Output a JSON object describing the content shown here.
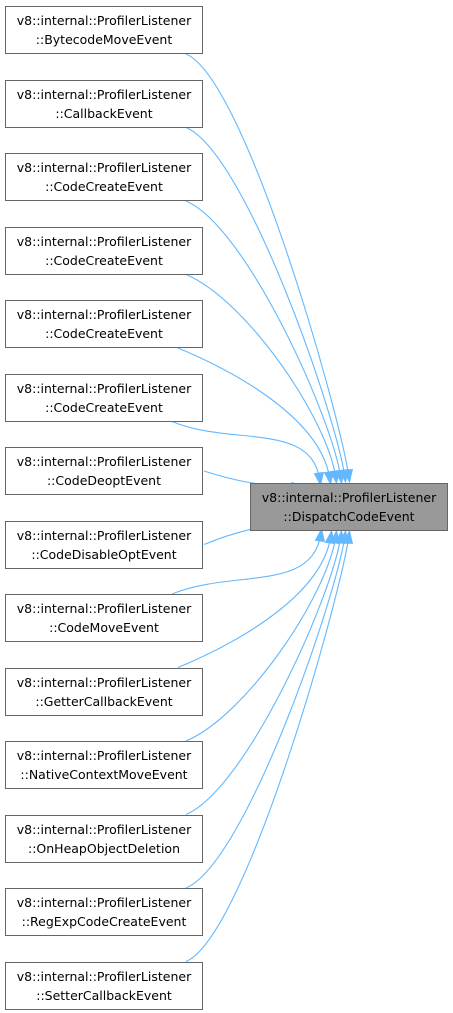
{
  "diagram": {
    "edge_color": "#63b8ff",
    "target_fill": "#999999",
    "node_border": "#666666",
    "target": {
      "line1": "v8::internal::ProfilerListener",
      "line2": "::DispatchCodeEvent"
    },
    "callers": [
      {
        "line1": "v8::internal::ProfilerListener",
        "line2": "::BytecodeMoveEvent"
      },
      {
        "line1": "v8::internal::ProfilerListener",
        "line2": "::CallbackEvent"
      },
      {
        "line1": "v8::internal::ProfilerListener",
        "line2": "::CodeCreateEvent"
      },
      {
        "line1": "v8::internal::ProfilerListener",
        "line2": "::CodeCreateEvent"
      },
      {
        "line1": "v8::internal::ProfilerListener",
        "line2": "::CodeCreateEvent"
      },
      {
        "line1": "v8::internal::ProfilerListener",
        "line2": "::CodeCreateEvent"
      },
      {
        "line1": "v8::internal::ProfilerListener",
        "line2": "::CodeDeoptEvent"
      },
      {
        "line1": "v8::internal::ProfilerListener",
        "line2": "::CodeDisableOptEvent"
      },
      {
        "line1": "v8::internal::ProfilerListener",
        "line2": "::CodeMoveEvent"
      },
      {
        "line1": "v8::internal::ProfilerListener",
        "line2": "::GetterCallbackEvent"
      },
      {
        "line1": "v8::internal::ProfilerListener",
        "line2": "::NativeContextMoveEvent"
      },
      {
        "line1": "v8::internal::ProfilerListener",
        "line2": "::OnHeapObjectDeletion"
      },
      {
        "line1": "v8::internal::ProfilerListener",
        "line2": "::RegExpCodeCreateEvent"
      },
      {
        "line1": "v8::internal::ProfilerListener",
        "line2": "::SetterCallbackEvent"
      }
    ]
  }
}
